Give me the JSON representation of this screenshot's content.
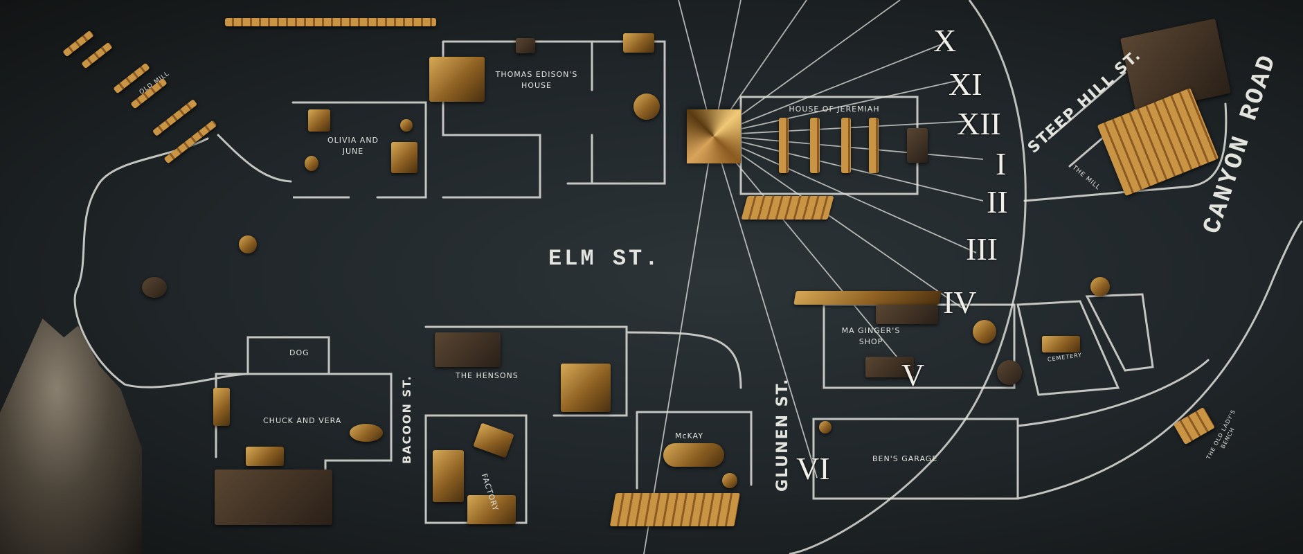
{
  "streets": {
    "elm": "ELM ST.",
    "steep_hill": "STEEP HILL ST.",
    "canyon": "CANYON ROAD",
    "bacoon": "BACOON ST.",
    "glunen": "GLUNEN ST."
  },
  "buildings": {
    "edison": "THOMAS EDISON'S HOUSE",
    "olivia": "OLIVIA AND JUNE",
    "jeremiah": "HOUSE OF JEREMIAH",
    "dog": "DOG",
    "chuck": "CHUCK AND VERA",
    "hensons": "THE HENSONS",
    "factory": "FACTORY",
    "mckay": "McKAY",
    "ma_ginger": "MA GINGER'S SHOP",
    "ben": "BEN'S GARAGE",
    "mill": "THE MILL",
    "old_mill": "OLD MILL",
    "cemetery": "CEMETERY",
    "old_lady": "THE OLD LADY'S BENCH"
  },
  "sundial": {
    "numerals": [
      "X",
      "XI",
      "XII",
      "I",
      "II",
      "III",
      "IV",
      "V",
      "VI"
    ]
  },
  "icons": {
    "pyramid": "sundial-pyramid-icon",
    "rock": "rock-formation-icon",
    "fence": "fence-icon"
  },
  "colors": {
    "board": "#232a2d",
    "chalk": "#e4e4de",
    "gold": "#c8954a"
  }
}
